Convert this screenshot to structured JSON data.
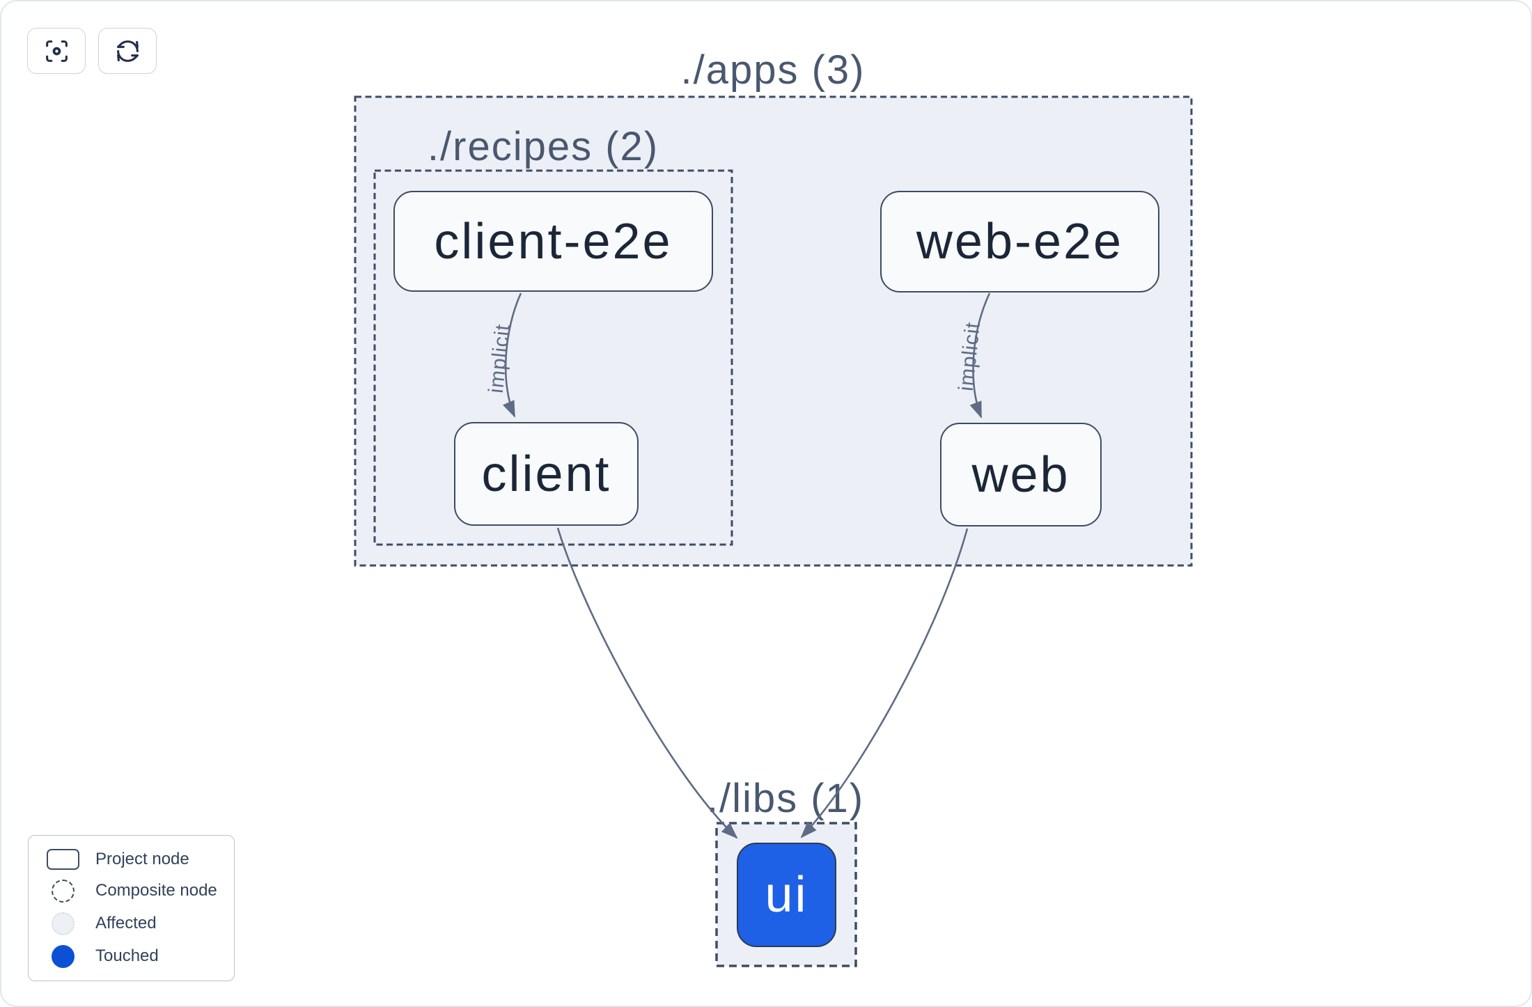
{
  "toolbar": {
    "buttons": [
      {
        "icon": "focus-icon"
      },
      {
        "icon": "refresh-icon"
      }
    ]
  },
  "graph": {
    "composites": [
      {
        "id": "apps",
        "label": "./apps (3)"
      },
      {
        "id": "recipes",
        "label": "./recipes (2)"
      },
      {
        "id": "libs",
        "label": "./libs (1)"
      }
    ],
    "nodes": [
      {
        "id": "client-e2e",
        "label": "client-e2e",
        "state": "normal"
      },
      {
        "id": "web-e2e",
        "label": "web-e2e",
        "state": "normal"
      },
      {
        "id": "client",
        "label": "client",
        "state": "normal"
      },
      {
        "id": "web",
        "label": "web",
        "state": "normal"
      },
      {
        "id": "ui",
        "label": "ui",
        "state": "touched"
      }
    ],
    "edges": [
      {
        "from": "client-e2e",
        "to": "client",
        "label": "implicit"
      },
      {
        "from": "web-e2e",
        "to": "web",
        "label": "implicit"
      },
      {
        "from": "client",
        "to": "ui"
      },
      {
        "from": "web",
        "to": "ui"
      }
    ]
  },
  "legend": {
    "items": [
      {
        "label": "Project node",
        "swatch": "project"
      },
      {
        "label": "Composite node",
        "swatch": "composite"
      },
      {
        "label": "Affected",
        "swatch": "affected"
      },
      {
        "label": "Touched",
        "swatch": "touched"
      }
    ]
  },
  "colors": {
    "touched_node": "#1e61e6",
    "touched_legend": "#0c50d5",
    "composite_fill": "#ecf0f6",
    "node_border": "#3d4c63",
    "edge": "#5e6c84",
    "dash": "#3e4d64"
  }
}
